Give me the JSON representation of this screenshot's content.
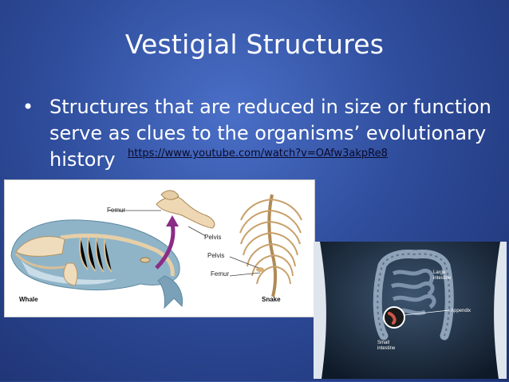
{
  "slide": {
    "title": "Vestigial Structures",
    "bullet_marker": "•",
    "bullet_text": "Structures that are reduced in size or function serve as clues to the organisms’ evolutionary history",
    "link_text": "https://www.youtube.com/watch?v=OAfw3akpRe8"
  },
  "figure_skeletons": {
    "labels": {
      "femur_top": "Femur",
      "pelvis_whale": "Pelvis",
      "pelvis_snake": "Pelvis",
      "femur_snake": "Femur",
      "whale": "Whale",
      "snake": "Snake"
    }
  },
  "figure_intestine": {
    "labels": {
      "large_line1": "Large",
      "large_line2": "intestine",
      "appendix": "Appendix",
      "small_line1": "Small",
      "small_line2": "intestine"
    }
  }
}
